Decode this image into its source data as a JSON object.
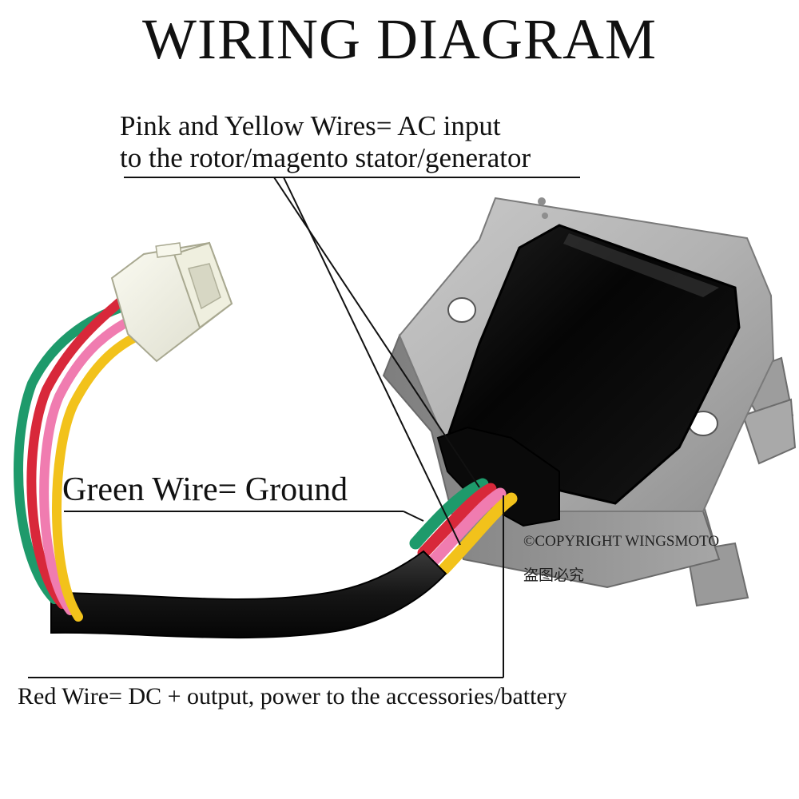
{
  "title": "WIRING DIAGRAM",
  "callouts": {
    "ac_input_line1": "Pink and Yellow Wires= AC input",
    "ac_input_line2": "to the rotor/magento stator/generator",
    "ground": "Green Wire= Ground",
    "dc_output": "Red Wire= DC + output, power to the accessories/battery"
  },
  "watermark": {
    "copyright": "©COPYRIGHT WINGSMOTO",
    "chinese": "盗图必究"
  },
  "colors": {
    "wire_pink": "#f07cb0",
    "wire_yellow": "#f2c21b",
    "wire_green": "#1e9a6b",
    "wire_red": "#d8283a",
    "sleeve": "#1a1a1a",
    "heatsink": "#b4b4b4",
    "epoxy": "#0b0b0b",
    "connector": "#f1f0e4"
  }
}
